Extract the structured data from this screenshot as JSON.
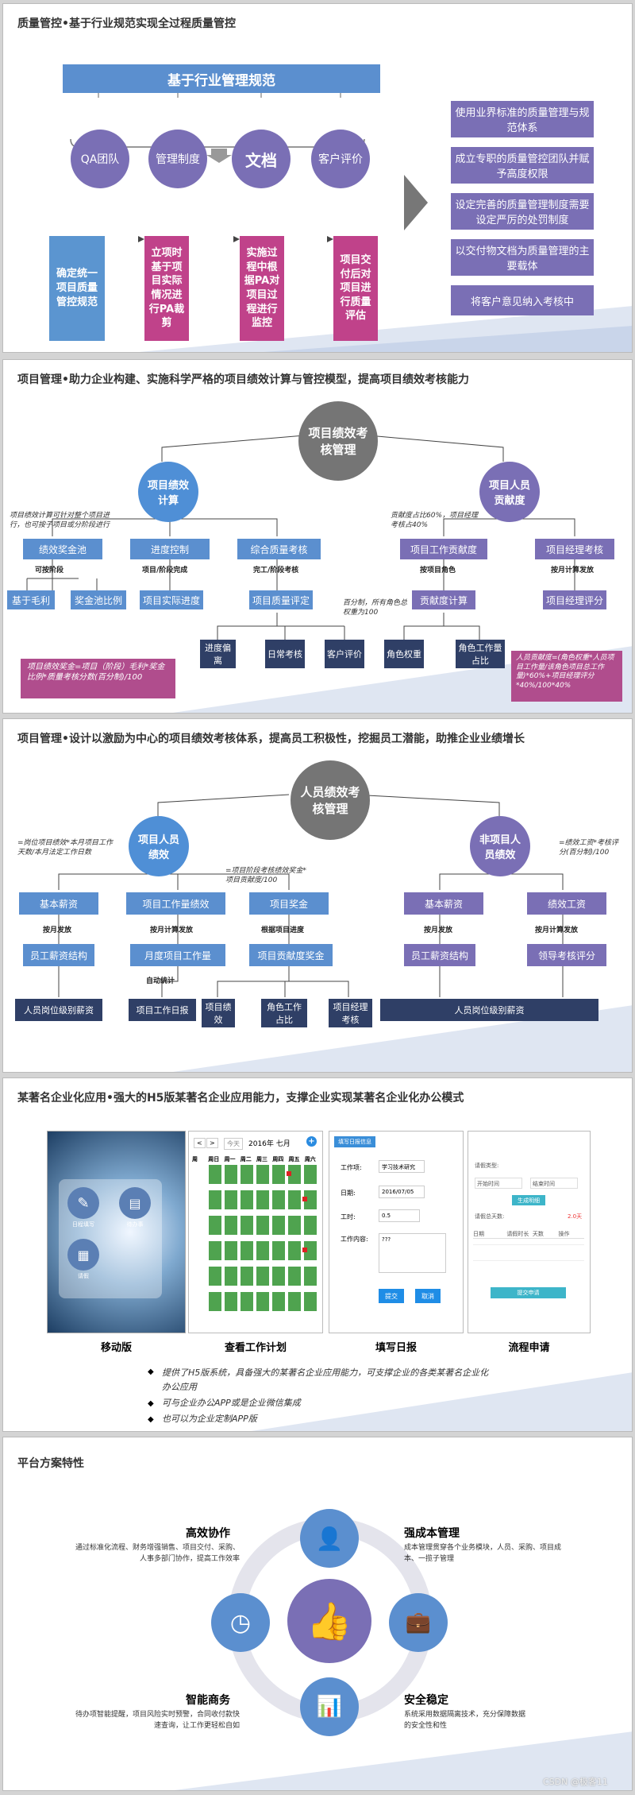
{
  "s1": {
    "title": "质量管控•基于行业规范实现全过程质量管控",
    "header": "基于行业管理规范",
    "circles": [
      "QA团队",
      "管理制度",
      "文档",
      "客户评价"
    ],
    "left_box": "确定统一项目质量管控规范",
    "steps": [
      "立项时基于项目实际情况进行PA裁剪",
      "实施过程中根据PA对项目过程进行监控",
      "项目交付后对项目进行质量评估"
    ],
    "right": [
      "使用业界标准的质量管理与规范体系",
      "成立专职的质量管控团队并赋予高度权限",
      "设定完善的质量管理制度需要设定严厉的处罚制度",
      "以交付物文档为质量管理的主要载体",
      "将客户意见纳入考核中"
    ]
  },
  "s2": {
    "title": "项目管理•助力企业构建、实施科学严格的项目绩效计算与管控模型，提高项目绩效考核能力",
    "root": "项目绩效考核管理",
    "left_c": "项目绩效计算",
    "right_c": "项目人员贡献度",
    "note_l": "项目绩效计算可针对整个项目进行，也可按子项目或分阶段进行",
    "note_r": "贡献度占比60%，项目经理考核占40%",
    "l2": [
      "绩效奖金池",
      "进度控制",
      "综合质量考核",
      "项目工作贡献度",
      "项目经理考核"
    ],
    "lab_a": "可按阶段",
    "lab_b": "项目/阶段完成",
    "lab_c": "完工/阶段考核",
    "lab_d": "按项目角色",
    "lab_e": "按月计算发放",
    "l3": [
      "基于毛利",
      "奖金池比例",
      "项目实际进度",
      "项目质量评定",
      "贡献度计算",
      "项目经理评分"
    ],
    "l4": [
      "进度偏离",
      "日常考核",
      "客户评价",
      "角色权重",
      "角色工作量占比"
    ],
    "note_m": "百分制，所有角色总权重为100",
    "rib_l": "项目绩效奖金=项目（阶段）毛利*奖金比例*质量考核分数(百分制)/100",
    "rib_r": "人员贡献度=(角色权重*人员项目工作量/该角色项目总工作量)*60%+项目经理评分*40%/100*40%"
  },
  "s3": {
    "title": "项目管理•设计以激励为中心的项目绩效考核体系，提高员工积极性，挖掘员工潜能，助推企业业绩增长",
    "root": "人员绩效考核管理",
    "left_c": "项目人员绩效",
    "right_c": "非项目人员绩效",
    "note_l": "=岗位项目绩效*本月项目工作天数/本月法定工作日数",
    "note_m": "=项目阶段考核绩效奖金*项目贡献度/100",
    "note_r": "=绩效工资*考核评分(百分制)/100",
    "l2": [
      "基本薪资",
      "项目工作量绩效",
      "项目奖金",
      "基本薪资",
      "绩效工资"
    ],
    "lab1": "按月发放",
    "lab2": "按月计算发放",
    "lab3": "根据项目进度",
    "lab4": "按月发放",
    "lab5": "按月计算发放",
    "l3": [
      "员工薪资结构",
      "月度项目工作量",
      "项目贡献度奖金",
      "员工薪资结构",
      "领导考核评分"
    ],
    "lab_auto": "自动统计",
    "l4": [
      "人员岗位级别薪资",
      "项目工作日报",
      "项目绩效",
      "角色工作占比",
      "项目经理考核",
      "人员岗位级别薪资"
    ]
  },
  "s4": {
    "title": "某著名企业化应用•强大的H5版某著名企业应用能力，支撑企业实现某著名企业化办公模式",
    "captions": [
      "移动版",
      "查看工作计划",
      "填写日报",
      "流程申请"
    ],
    "mobile_icons": [
      "日程填写",
      "待办事",
      "请假"
    ],
    "cal": {
      "month": "2016年 七月",
      "today": "今天",
      "days": [
        "周",
        "周日",
        "周一",
        "周二",
        "周三",
        "周四",
        "周五",
        "周六"
      ]
    },
    "form": {
      "header": "填写日报信息",
      "fields": [
        "工作项:",
        "日期:",
        "工时:",
        "工作内容:"
      ],
      "values": [
        "学习技术研究",
        "2016/07/05",
        "0.5",
        "???"
      ],
      "submit": "提交",
      "cancel": "取消"
    },
    "flow": {
      "rows": [
        "请假类型:",
        "开始时间",
        "结束时间",
        "生成明细",
        "请假总天数:",
        "2.0天"
      ],
      "cols": [
        "日期",
        "请假时长",
        "天数",
        "操作"
      ],
      "submit": "提交申请"
    },
    "bullets": [
      "提供了H5版系统，具备强大的某著名企业应用能力，可支撑企业的各类某著名企业化办公应用",
      "可与企业办公APP或是企业微信集成",
      "也可以为企业定制APP版"
    ]
  },
  "s5": {
    "title": "平台方案特性",
    "f1_t": "高效协作",
    "f1_d": "通过标准化流程、财务增强销售、项目交付、采购、人事多部门协作，提高工作效率",
    "f2_t": "强成本管理",
    "f2_d": "成本管理贯穿各个业务模块，人员、采购、项目成本、一揽子管理",
    "f3_t": "智能商务",
    "f3_d": "待办项智能提醒，项目风险实时预警，合同收付款快速查询，让工作更轻松自如",
    "f4_t": "安全稳定",
    "f4_d": "系统采用数据隔离技术，充分保障数据的安全性和性",
    "watermark": "CSDN @极客11"
  }
}
